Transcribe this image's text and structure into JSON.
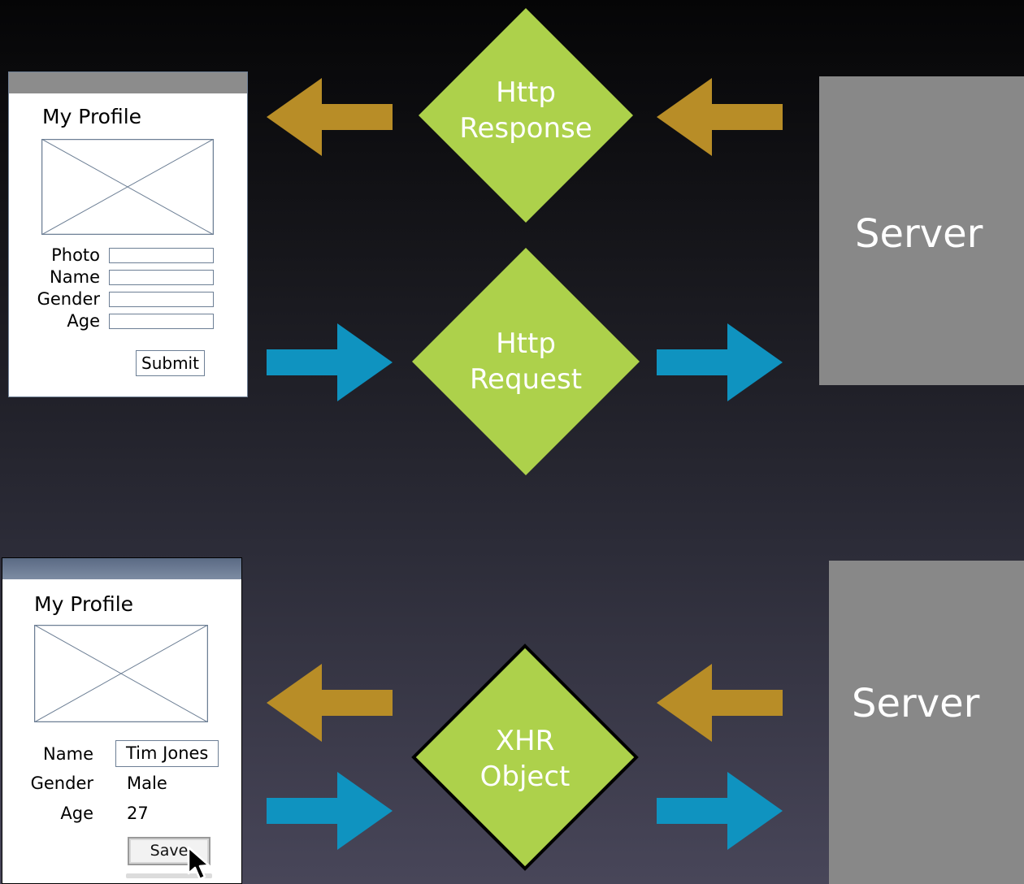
{
  "top_section": {
    "form": {
      "title": "My Profile",
      "fields": [
        {
          "label": "Photo"
        },
        {
          "label": "Name"
        },
        {
          "label": "Gender"
        },
        {
          "label": "Age"
        }
      ],
      "submit_label": "Submit"
    },
    "response_diamond": {
      "line1": "Http",
      "line2": "Response"
    },
    "request_diamond": {
      "line1": "Http",
      "line2": "Request"
    },
    "server_label": "Server"
  },
  "bottom_section": {
    "form": {
      "title": "My Profile",
      "rows": [
        {
          "label": "Name",
          "value": "Tim Jones"
        },
        {
          "label": "Gender",
          "value": "Male"
        },
        {
          "label": "Age",
          "value": "27"
        }
      ],
      "save_label": "Save"
    },
    "xhr_diamond": {
      "line1": "XHR",
      "line2": "Object"
    },
    "server_label": "Server"
  },
  "colors": {
    "diamond": "#add14b",
    "response_arrow": "#b88d27",
    "request_arrow": "#0f93c0",
    "server": "#888888"
  }
}
